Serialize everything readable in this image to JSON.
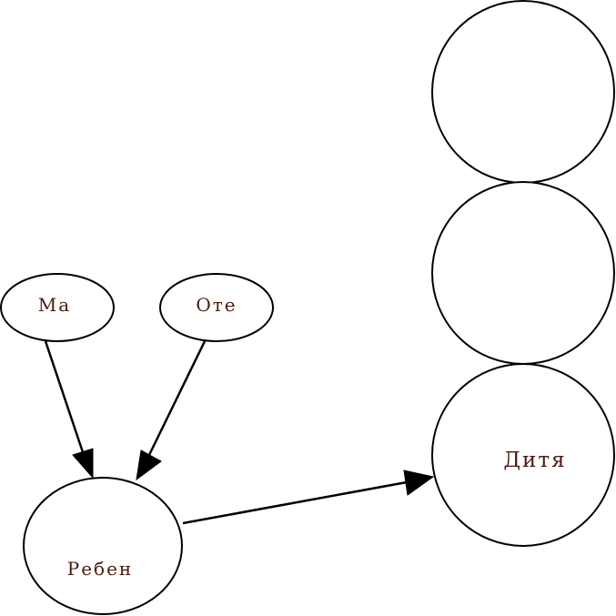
{
  "nodes": {
    "ma": {
      "label": "Ма"
    },
    "ote": {
      "label": "Оте"
    },
    "reben": {
      "label": "Ребен"
    },
    "ditya": {
      "label": "Дитя"
    }
  },
  "edges": [
    {
      "from": "ma",
      "to": "reben"
    },
    {
      "from": "ote",
      "to": "reben"
    },
    {
      "from": "reben",
      "to": "ditya"
    }
  ],
  "colors": {
    "stroke": "#000000",
    "label": "#4a1a0e",
    "background": "#ffffff"
  }
}
